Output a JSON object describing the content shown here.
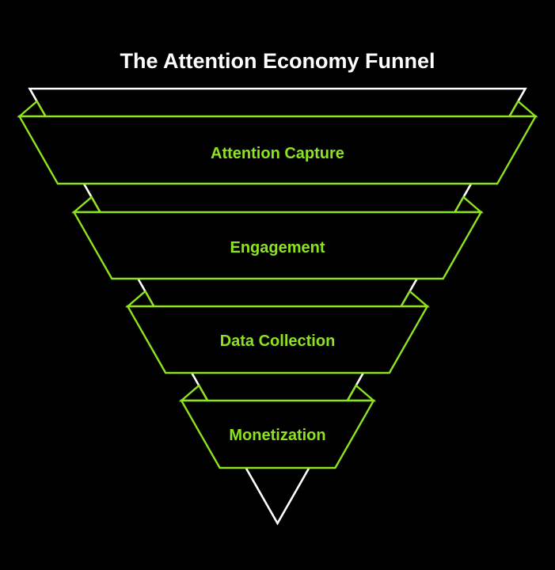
{
  "title": "The Attention Economy Funnel",
  "stages": [
    {
      "label": "Attention Capture"
    },
    {
      "label": "Engagement"
    },
    {
      "label": "Data Collection"
    },
    {
      "label": "Monetization"
    }
  ],
  "theme": {
    "background": "#000000",
    "funnel_outline": "#FFFFFF",
    "accent_green": "#8DE31D",
    "band_fill": "#000000"
  }
}
